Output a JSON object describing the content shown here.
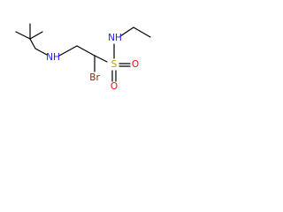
{
  "molecule": {
    "atoms": {
      "amine_n": {
        "label": "NH",
        "color": "#2222ee"
      },
      "sulfonamide_n": {
        "label": "NH",
        "color": "#2222ee"
      },
      "sulfur": {
        "label": "S",
        "color": "#b5a000"
      },
      "oxygen_top": {
        "label": "O",
        "color": "#ee1111"
      },
      "oxygen_bottom": {
        "label": "O",
        "color": "#ee1111"
      },
      "bromine": {
        "label": "Br",
        "color": "#8b2500"
      }
    },
    "bond_color": "#000000"
  }
}
